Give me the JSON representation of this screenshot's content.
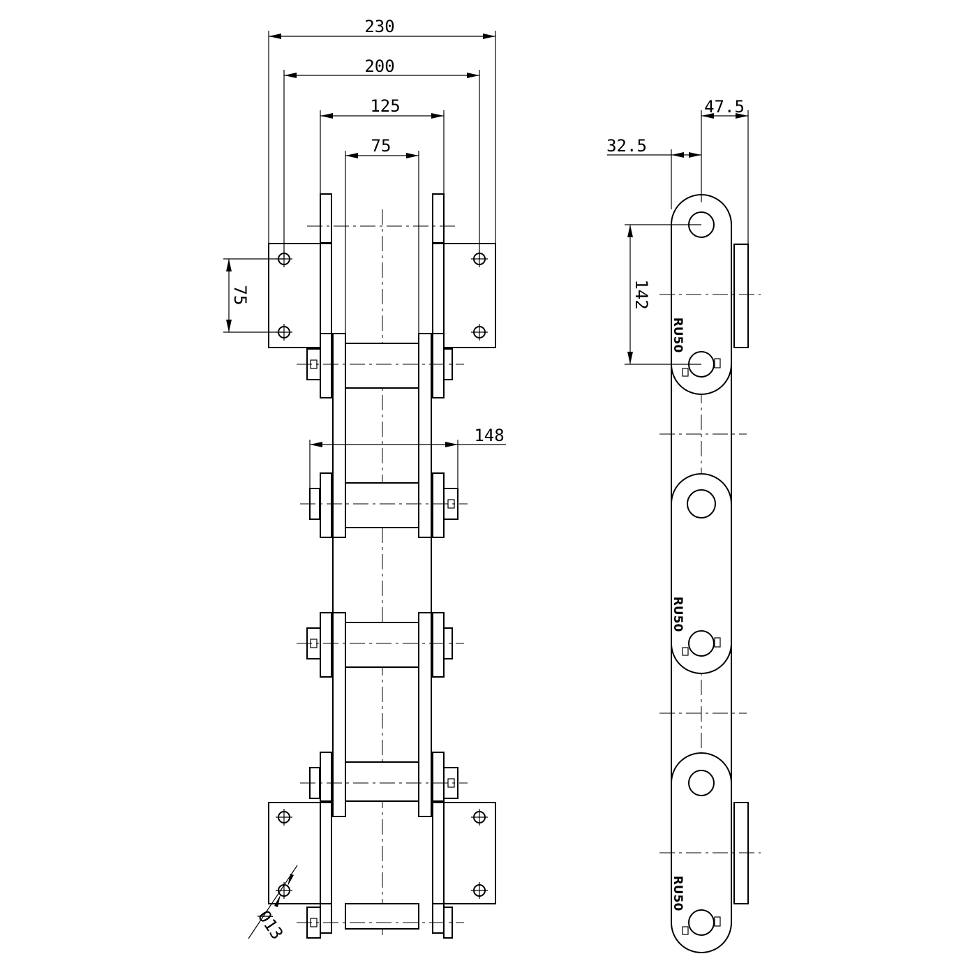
{
  "dimensions": {
    "overall_width": "230",
    "hole_spacing": "200",
    "link_outer": "125",
    "link_inner": "75",
    "attachment_vertical": "75",
    "pin_length": "148",
    "hole_diameter": "Ø13",
    "side_left_offset": "32.5",
    "side_right_offset": "47.5",
    "pitch": "142"
  },
  "marking": "RU50",
  "colors": {
    "line": "#000000",
    "background": "#ffffff"
  }
}
